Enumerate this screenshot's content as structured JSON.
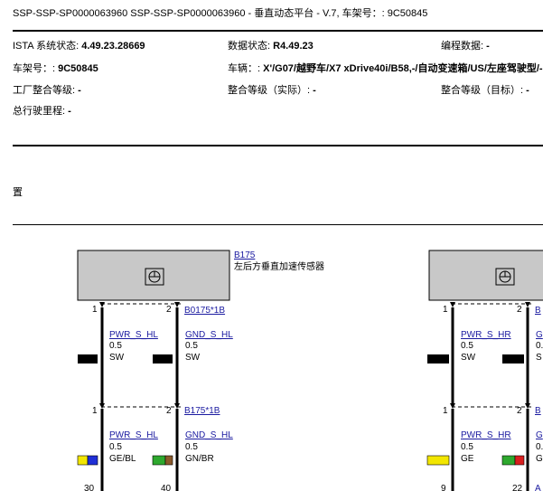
{
  "header": {
    "title": "SSP-SSP-SP0000063960 SSP-SSP-SP0000063960 - 垂直动态平台 - V.7, 车架号：: 9C50845"
  },
  "info": {
    "ista_label": "ISTA 系统状态: ",
    "ista_value": "4.49.23.28669",
    "data_label": "数据状态: ",
    "data_value": "R4.49.23",
    "prog_label": "编程数据: ",
    "prog_value": "-",
    "vin_label": "车架号：: ",
    "vin_value": "9C50845",
    "vehicle_label": "车辆：: ",
    "vehicle_value": "X'/G07/越野车/X7 xDrive40i/B58,-/自动变速箱/US/左座驾驶型/-",
    "factory_label": "工厂整合等级: ",
    "factory_value": "-",
    "ilevel_actual_label": "整合等级（实际）: ",
    "ilevel_actual_value": "-",
    "ilevel_target_label": "整合等级（目标）: ",
    "ilevel_target_value": "-",
    "mileage_label": "总行驶里程: ",
    "mileage_value": "-"
  },
  "section": {
    "label": "置"
  },
  "diagram": {
    "left": {
      "component_id": "B175",
      "component_desc": "左后方垂直加速传感器",
      "connector_top": "B0175*1B",
      "connector_bottom": "B175*1B",
      "top_pins": [
        "1",
        "2"
      ],
      "bottom_pins": [
        "1",
        "2"
      ],
      "next_pins": [
        "30",
        "40"
      ],
      "wires_top": [
        {
          "signal": "PWR_S_HL",
          "size": "0.5",
          "color": "SW"
        },
        {
          "signal": "GND_S_HL",
          "size": "0.5",
          "color": "SW"
        }
      ],
      "wires_bottom": [
        {
          "signal": "PWR_S_HL",
          "size": "0.5",
          "color": "GE/BL"
        },
        {
          "signal": "GND_S_HL",
          "size": "0.5",
          "color": "GN/BR"
        }
      ]
    },
    "right": {
      "connector_top": "B",
      "connector_bottom": "B",
      "top_pins": [
        "1",
        "2"
      ],
      "bottom_pins": [
        "1",
        "2"
      ],
      "next_pins": [
        "9",
        "22"
      ],
      "next_connector": "A",
      "wires_top": [
        {
          "signal": "PWR_S_HR",
          "size": "0.5",
          "color": "SW",
          "signal2": "G",
          "size2": "0.",
          "color2": "S"
        }
      ],
      "wires_bottom": [
        {
          "signal": "PWR_S_HR",
          "size": "0.5",
          "color": "GE",
          "signal2": "G",
          "size2": "0.",
          "color2": "G"
        }
      ]
    },
    "colors": {
      "SW": "#000000",
      "GE": "#f2e600",
      "BL": "#1f2fd6",
      "GN": "#2ea82e",
      "BR": "#8a5a2b",
      "RT": "#d81f1f",
      "box_fill": "#c8c8c8"
    }
  }
}
